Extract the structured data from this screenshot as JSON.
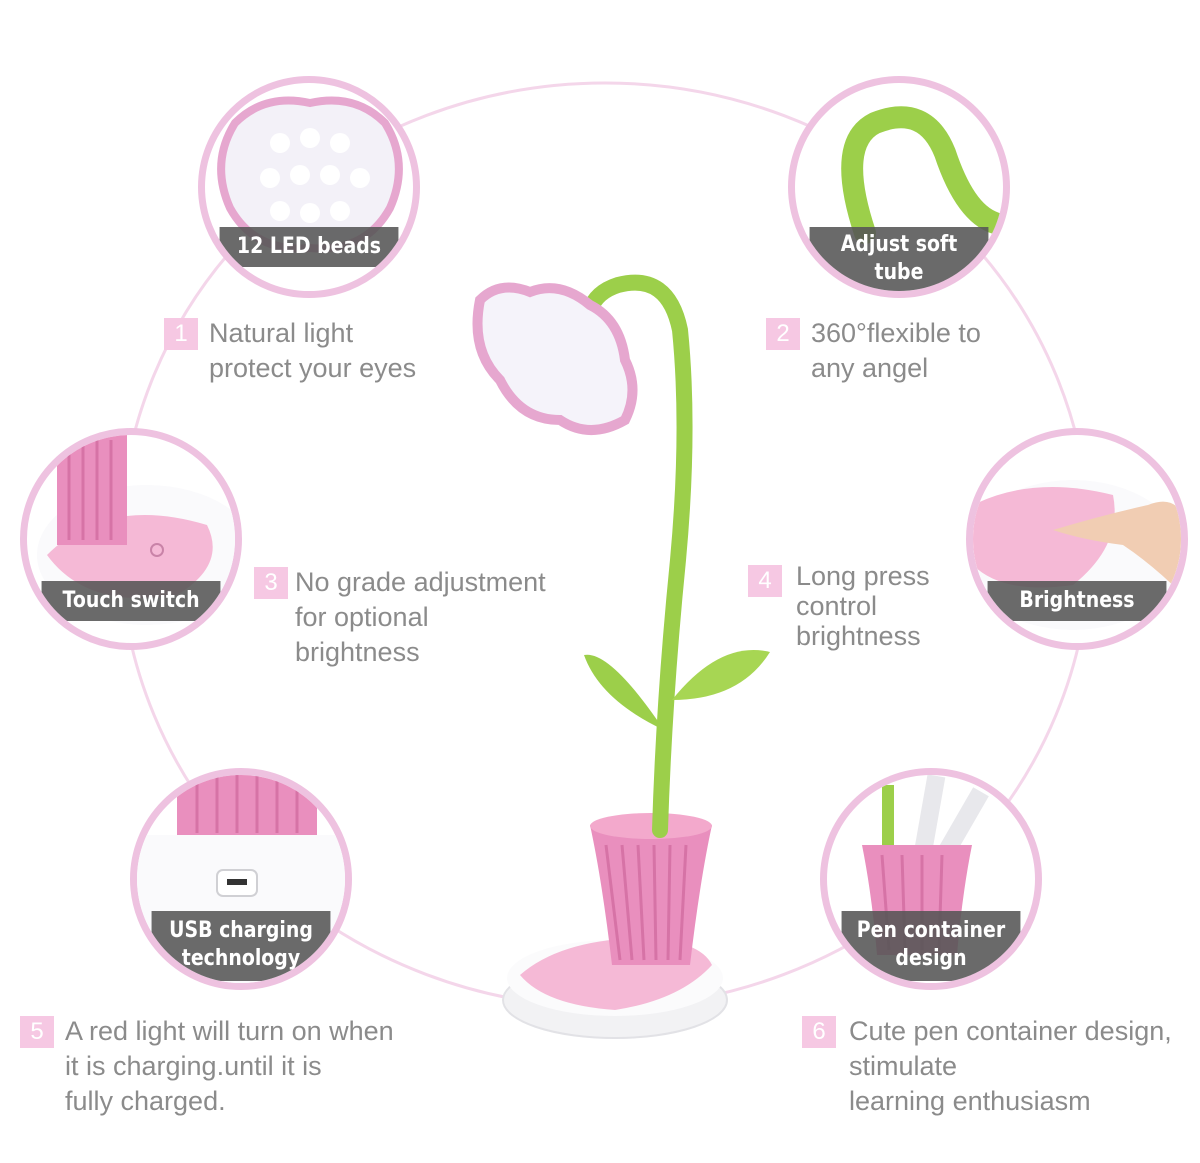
{
  "colors": {
    "ring": "#f4d6ea",
    "circle_border": "#eec2e0",
    "badge": "#f6c8e3",
    "band": "#555555",
    "text": "#8b8b8b",
    "stem": "#9ccf4a",
    "pink": "#e98fbe"
  },
  "callouts": [
    {
      "name": "led-beads",
      "label": "12 LED beads"
    },
    {
      "name": "soft-tube",
      "label": "Adjust soft\ntube"
    },
    {
      "name": "touch-switch",
      "label": "Touch switch"
    },
    {
      "name": "brightness",
      "label": "Brightness"
    },
    {
      "name": "usb-charging",
      "label": "USB charging\ntechnology"
    },
    {
      "name": "pen-container",
      "label": "Pen container\ndesign"
    }
  ],
  "features": [
    {
      "num": "1",
      "text": "Natural light\nprotect your eyes"
    },
    {
      "num": "2",
      "text": "360°flexible to\nany angel"
    },
    {
      "num": "3",
      "text": "No grade adjustment\nfor optional\nbrightness"
    },
    {
      "num": "4",
      "text": "Long press\ncontrol\nbrightness"
    },
    {
      "num": "5",
      "text": "A red light will turn on when\nit is charging.until it is\nfully charged."
    },
    {
      "num": "6",
      "text": "Cute pen container design,\nstimulate\nlearning enthusiasm"
    }
  ]
}
